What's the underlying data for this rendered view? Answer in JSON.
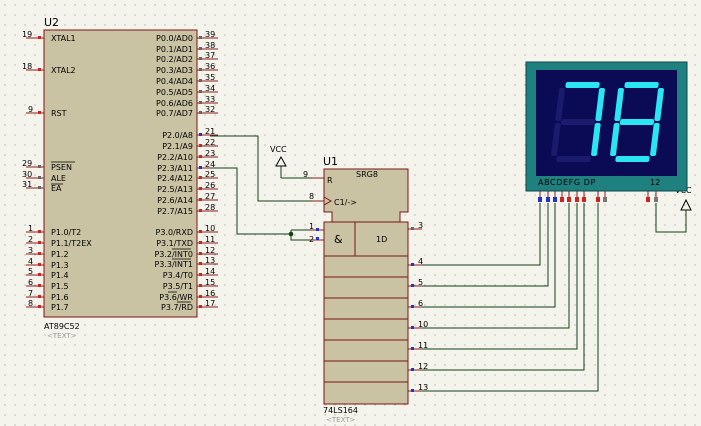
{
  "u2": {
    "ref": "U2",
    "part": "AT89C52",
    "text": "<TEXT>",
    "left_pins": [
      {
        "num": "19",
        "label": "XTAL1"
      },
      {
        "num": "18",
        "label": "XTAL2"
      },
      {
        "num": "9",
        "label": "RST"
      },
      {
        "num": "29",
        "label": "PSEN"
      },
      {
        "num": "30",
        "label": "ALE"
      },
      {
        "num": "31",
        "label": "EA"
      },
      {
        "num": "1",
        "label": "P1.0/T2"
      },
      {
        "num": "2",
        "label": "P1.1/T2EX"
      },
      {
        "num": "3",
        "label": "P1.2"
      },
      {
        "num": "4",
        "label": "P1.3"
      },
      {
        "num": "5",
        "label": "P1.4"
      },
      {
        "num": "6",
        "label": "P1.5"
      },
      {
        "num": "7",
        "label": "P1.6"
      },
      {
        "num": "8",
        "label": "P1.7"
      }
    ],
    "right_pins": [
      {
        "num": "39",
        "label": "P0.0/AD0"
      },
      {
        "num": "38",
        "label": "P0.1/AD1"
      },
      {
        "num": "37",
        "label": "P0.2/AD2"
      },
      {
        "num": "36",
        "label": "P0.3/AD3"
      },
      {
        "num": "35",
        "label": "P0.4/AD4"
      },
      {
        "num": "34",
        "label": "P0.5/AD5"
      },
      {
        "num": "33",
        "label": "P0.6/AD6"
      },
      {
        "num": "32",
        "label": "P0.7/AD7"
      },
      {
        "num": "21",
        "label": "P2.0/A8"
      },
      {
        "num": "22",
        "label": "P2.1/A9"
      },
      {
        "num": "23",
        "label": "P2.2/A10"
      },
      {
        "num": "24",
        "label": "P2.3/A11"
      },
      {
        "num": "25",
        "label": "P2.4/A12"
      },
      {
        "num": "26",
        "label": "P2.5/A13"
      },
      {
        "num": "27",
        "label": "P2.6/A14"
      },
      {
        "num": "28",
        "label": "P2.7/A15"
      },
      {
        "num": "10",
        "label": "P3.0/RXD"
      },
      {
        "num": "11",
        "label": "P3.1/TXD"
      },
      {
        "num": "12",
        "label": "P3.2/INT0"
      },
      {
        "num": "13",
        "label": "P3.3/INT1"
      },
      {
        "num": "14",
        "label": "P3.4/T0"
      },
      {
        "num": "15",
        "label": "P3.5/T1"
      },
      {
        "num": "16",
        "label": "P3.6/WR"
      },
      {
        "num": "17",
        "label": "P3.7/RD"
      }
    ]
  },
  "u1": {
    "ref": "U1",
    "part": "74LS164",
    "text": "<TEXT>",
    "block_label": "SRG8",
    "reset_label": "R",
    "clock_label": "C1/->",
    "and_label": "&",
    "data_label": "1D",
    "pin_reset": "9",
    "pin_clock": "8",
    "pin_a": "1",
    "pin_b": "2",
    "outputs": [
      "3",
      "4",
      "5",
      "6",
      "10",
      "11",
      "12",
      "13"
    ]
  },
  "vcc_labels": [
    "VCC",
    "VCC"
  ],
  "display": {
    "pins_label": "ABCDEFG DP",
    "common_label": "12",
    "digit_left": "7",
    "digit_right": "8",
    "colors": {
      "lit": "#29e6f2",
      "unlit": "#1b1b6e",
      "bezel": "#1f8080",
      "face": "#0a0a55"
    }
  }
}
